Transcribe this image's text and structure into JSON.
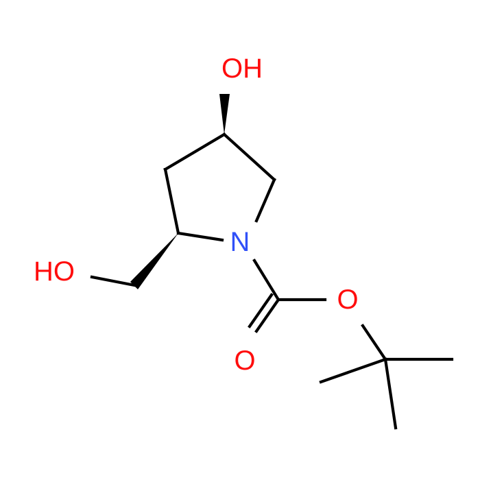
{
  "molecule": {
    "atoms": {
      "hydroxyl_top": {
        "label": "OH",
        "color": "#ff0d0d"
      },
      "hydroxyl_left": {
        "label": "HO",
        "color": "#ff0d0d"
      },
      "nitrogen": {
        "label": "N",
        "color": "#3050f8"
      },
      "carbonyl_oxygen": {
        "label": "O",
        "color": "#ff0d0d"
      },
      "ester_oxygen": {
        "label": "O",
        "color": "#ff0d0d"
      }
    },
    "bond_color": "#000000"
  }
}
